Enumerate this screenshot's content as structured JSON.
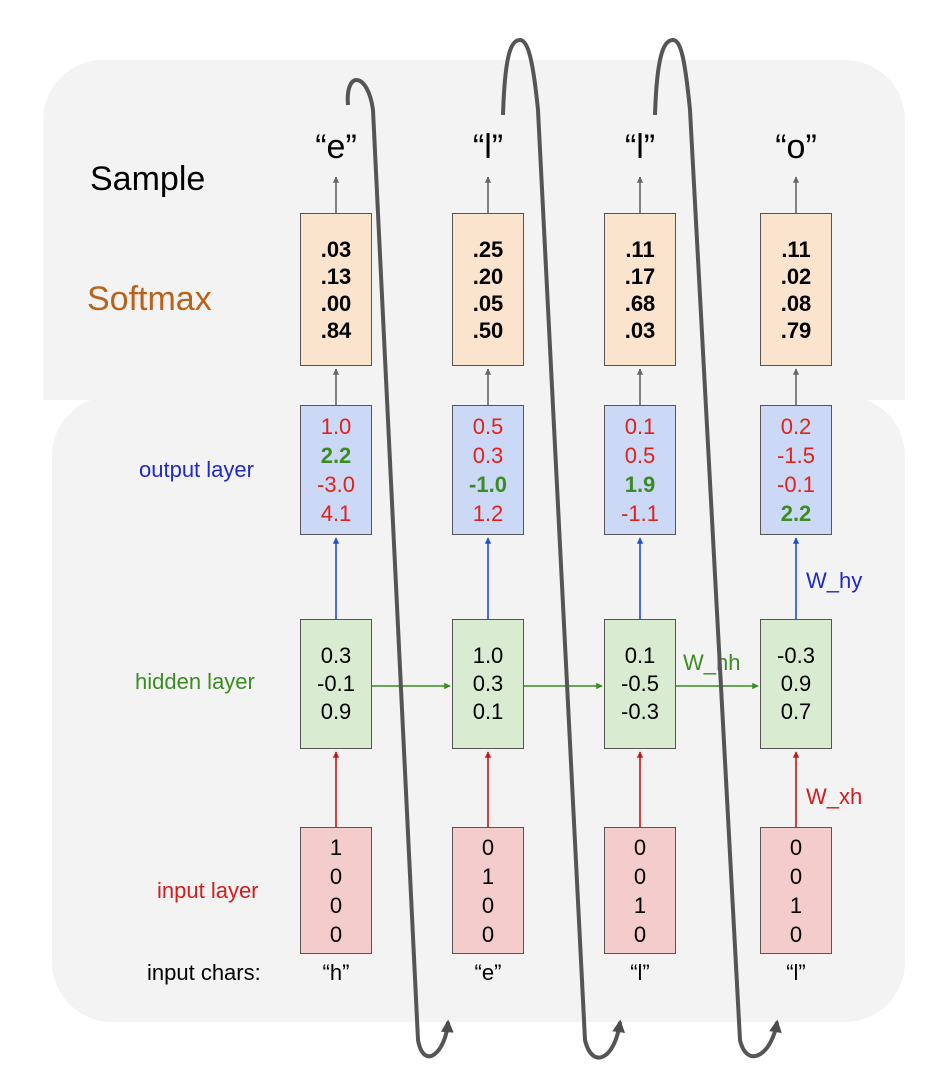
{
  "labels": {
    "sample": "Sample",
    "softmax": "Softmax",
    "output_layer": "output layer",
    "hidden_layer": "hidden layer",
    "input_layer": "input layer",
    "input_chars": "input chars:"
  },
  "weights": {
    "w_hy": "W_hy",
    "w_hh": "W_hh",
    "w_xh": "W_xh"
  },
  "colors": {
    "softmax_fill": "#fbe4cd",
    "output_fill": "#cbd8f6",
    "hidden_fill": "#d9ecd1",
    "input_fill": "#f4cccc",
    "softmax_label": "#b8621b",
    "output_color": "#1f29c9",
    "hidden_color": "#3a8c23",
    "input_color": "#d01d1d"
  },
  "columns": [
    {
      "sample": "“e”",
      "softmax": [
        ".03",
        ".13",
        ".00",
        ".84"
      ],
      "output": [
        "1.0",
        "2.2",
        "-3.0",
        "4.1"
      ],
      "output_max_index": 1,
      "hidden": [
        "0.3",
        "-0.1",
        "0.9"
      ],
      "input": [
        "1",
        "0",
        "0",
        "0"
      ],
      "input_char": "“h”"
    },
    {
      "sample": "“l”",
      "softmax": [
        ".25",
        ".20",
        ".05",
        ".50"
      ],
      "output": [
        "0.5",
        "0.3",
        "-1.0",
        "1.2"
      ],
      "output_max_index": 2,
      "hidden": [
        "1.0",
        "0.3",
        "0.1"
      ],
      "input": [
        "0",
        "1",
        "0",
        "0"
      ],
      "input_char": "“e”"
    },
    {
      "sample": "“l”",
      "softmax": [
        ".11",
        ".17",
        ".68",
        ".03"
      ],
      "output": [
        "0.1",
        "0.5",
        "1.9",
        "-1.1"
      ],
      "output_max_index": 2,
      "hidden": [
        "0.1",
        "-0.5",
        "-0.3"
      ],
      "input": [
        "0",
        "0",
        "1",
        "0"
      ],
      "input_char": "“l”"
    },
    {
      "sample": "“o”",
      "softmax": [
        ".11",
        ".02",
        ".08",
        ".79"
      ],
      "output": [
        "0.2",
        "-1.5",
        "-0.1",
        "2.2"
      ],
      "output_max_index": 3,
      "hidden": [
        "-0.3",
        "0.9",
        "0.7"
      ],
      "input": [
        "0",
        "0",
        "1",
        "0"
      ],
      "input_char": "“l”"
    }
  ]
}
